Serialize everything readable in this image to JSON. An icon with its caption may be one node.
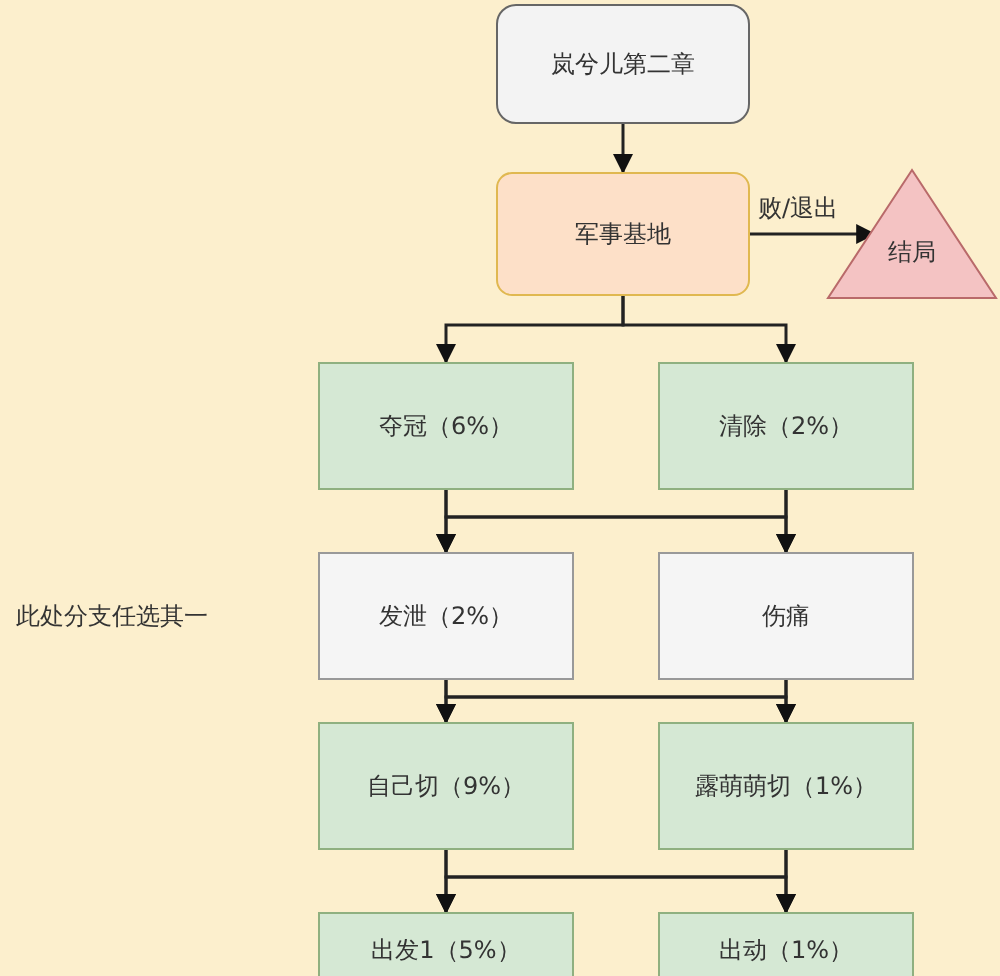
{
  "diagram": {
    "nodes": [
      {
        "text": [
          "岚兮儿第二章"
        ]
      },
      {
        "text": [
          "军事基地"
        ]
      },
      {
        "text": [
          "结局"
        ]
      },
      {
        "text": [
          "夺冠（6%）"
        ]
      },
      {
        "text": [
          "清除（2%）"
        ]
      },
      {
        "text": [
          "发泄（2%）"
        ]
      },
      {
        "text": [
          "伤痛"
        ]
      },
      {
        "text": [
          "自己切（9%）"
        ]
      },
      {
        "text": [
          "露萌萌切（1%）"
        ]
      },
      {
        "text": [
          "出发1（5%）"
        ]
      },
      {
        "text": [
          "出动（1%）"
        ]
      }
    ],
    "edges": [
      {
        "from": 0,
        "to": 1,
        "arrow": "to"
      },
      {
        "from": 1,
        "to": 2,
        "arrow": "to",
        "label": "败/退出"
      },
      {
        "from": 1,
        "to": 3,
        "arrow": "to"
      },
      {
        "from": 1,
        "to": 4,
        "arrow": "to"
      },
      {
        "from": 3,
        "to": 5,
        "arrow": "to"
      },
      {
        "from": 3,
        "to": 6,
        "arrow": "to"
      },
      {
        "from": 4,
        "to": 5,
        "arrow": "to"
      },
      {
        "from": 4,
        "to": 6,
        "arrow": "to"
      },
      {
        "from": 5,
        "to": 7,
        "arrow": "to"
      },
      {
        "from": 5,
        "to": 8,
        "arrow": "to"
      },
      {
        "from": 6,
        "to": 7,
        "arrow": "to"
      },
      {
        "from": 6,
        "to": 8,
        "arrow": "to"
      },
      {
        "from": 7,
        "to": 9,
        "arrow": "to"
      },
      {
        "from": 7,
        "to": 10,
        "arrow": "to"
      },
      {
        "from": 8,
        "to": 9,
        "arrow": "to"
      },
      {
        "from": 8,
        "to": 10,
        "arrow": "to"
      }
    ],
    "labels": [
      "此处分支任选其一"
    ]
  }
}
